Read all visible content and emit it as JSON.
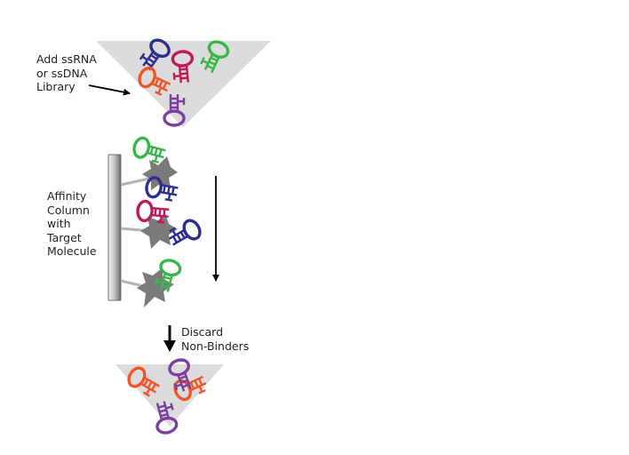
{
  "labels": {
    "add_library": "Add ssRNA\nor ssDNA\nLibrary",
    "affinity_column": "Affinity\nColumn\nwith\nTarget\nMolecule",
    "discard": "Discard\nNon-Binders"
  },
  "colors": {
    "blue": "#2b2f8f",
    "orange": "#f0562a",
    "crimson": "#c2185b",
    "green": "#3ab54a",
    "purple": "#7b3fa0",
    "target": "#7a7a7a",
    "funnel": "#dcdcdc",
    "arrow": "#000000",
    "text": "#231f20"
  }
}
